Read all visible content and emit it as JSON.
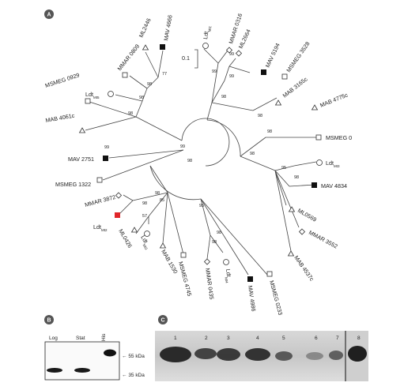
{
  "panels": [
    "A",
    "B",
    "C"
  ],
  "scale_bar": "0.1",
  "tree_leaves": [
    {
      "name": "MAV 4666",
      "marker": "filled-square"
    },
    {
      "name": "ML2446",
      "marker": "triangle"
    },
    {
      "name": "MMAR 0809",
      "marker": "diamond"
    },
    {
      "name": "Ldt",
      "sub": "Mt5",
      "marker": "circle"
    },
    {
      "name": "MSMEG 0929",
      "marker": "open-square"
    },
    {
      "name": "MAB 4061c",
      "marker": "triangle"
    },
    {
      "name": "MAV 2751",
      "marker": "filled-square"
    },
    {
      "name": "MSMEG 1322",
      "marker": "open-square"
    },
    {
      "name": "MMAR 3872",
      "marker": "diamond"
    },
    {
      "name": "Ldt",
      "sub": "Mt2",
      "marker": "red-square"
    },
    {
      "name": "ML0426",
      "marker": "triangle"
    },
    {
      "name": "Ldt",
      "sub": "Mt3",
      "marker": "circle"
    },
    {
      "name": "MAB 1530",
      "marker": "triangle"
    },
    {
      "name": "MSMEG 4745",
      "marker": "open-square"
    },
    {
      "name": "MMAR 0435",
      "marker": "diamond"
    },
    {
      "name": "Ldt",
      "sub": "Mt4",
      "marker": "circle"
    },
    {
      "name": "MAV 4986",
      "marker": "filled-square"
    },
    {
      "name": "MSMEG 0233",
      "marker": "open-square"
    },
    {
      "name": "MAB 4537c",
      "marker": "triangle"
    },
    {
      "name": "MMAR 3552",
      "marker": "diamond"
    },
    {
      "name": "ML0569",
      "marker": "triangle"
    },
    {
      "name": "MAV 4834",
      "marker": "filled-square"
    },
    {
      "name": "Ldt",
      "sub": "Mt3",
      "marker": "circle"
    },
    {
      "name": "MSMEG 0",
      "marker": "open-square"
    },
    {
      "name": "MAB 4775c",
      "marker": "triangle"
    },
    {
      "name": "MAB 3165c",
      "marker": "triangle"
    },
    {
      "name": "MSMEG 3528",
      "marker": "open-square"
    },
    {
      "name": "MAV 5194",
      "marker": "filled-square"
    },
    {
      "name": "ML2664",
      "marker": "diamond"
    },
    {
      "name": "MMAR 0316",
      "marker": "diamond"
    },
    {
      "name": "Ldt",
      "sub": "Mt1",
      "marker": "circle"
    }
  ],
  "bootstrap_values": [
    "77",
    "98",
    "98",
    "98",
    "99",
    "99",
    "98",
    "98",
    "98",
    "57",
    "85",
    "98",
    "98",
    "95",
    "98",
    "95",
    "98",
    "98",
    "98",
    "98",
    "99",
    "99",
    "99"
  ],
  "panel_b": {
    "lanes": [
      "Log",
      "Stat",
      "His"
    ],
    "markers": [
      "55 kDa",
      "35 kDa"
    ]
  },
  "panel_c": {
    "lanes": [
      "1",
      "2",
      "3",
      "4",
      "5",
      "6",
      "7",
      "8"
    ]
  }
}
